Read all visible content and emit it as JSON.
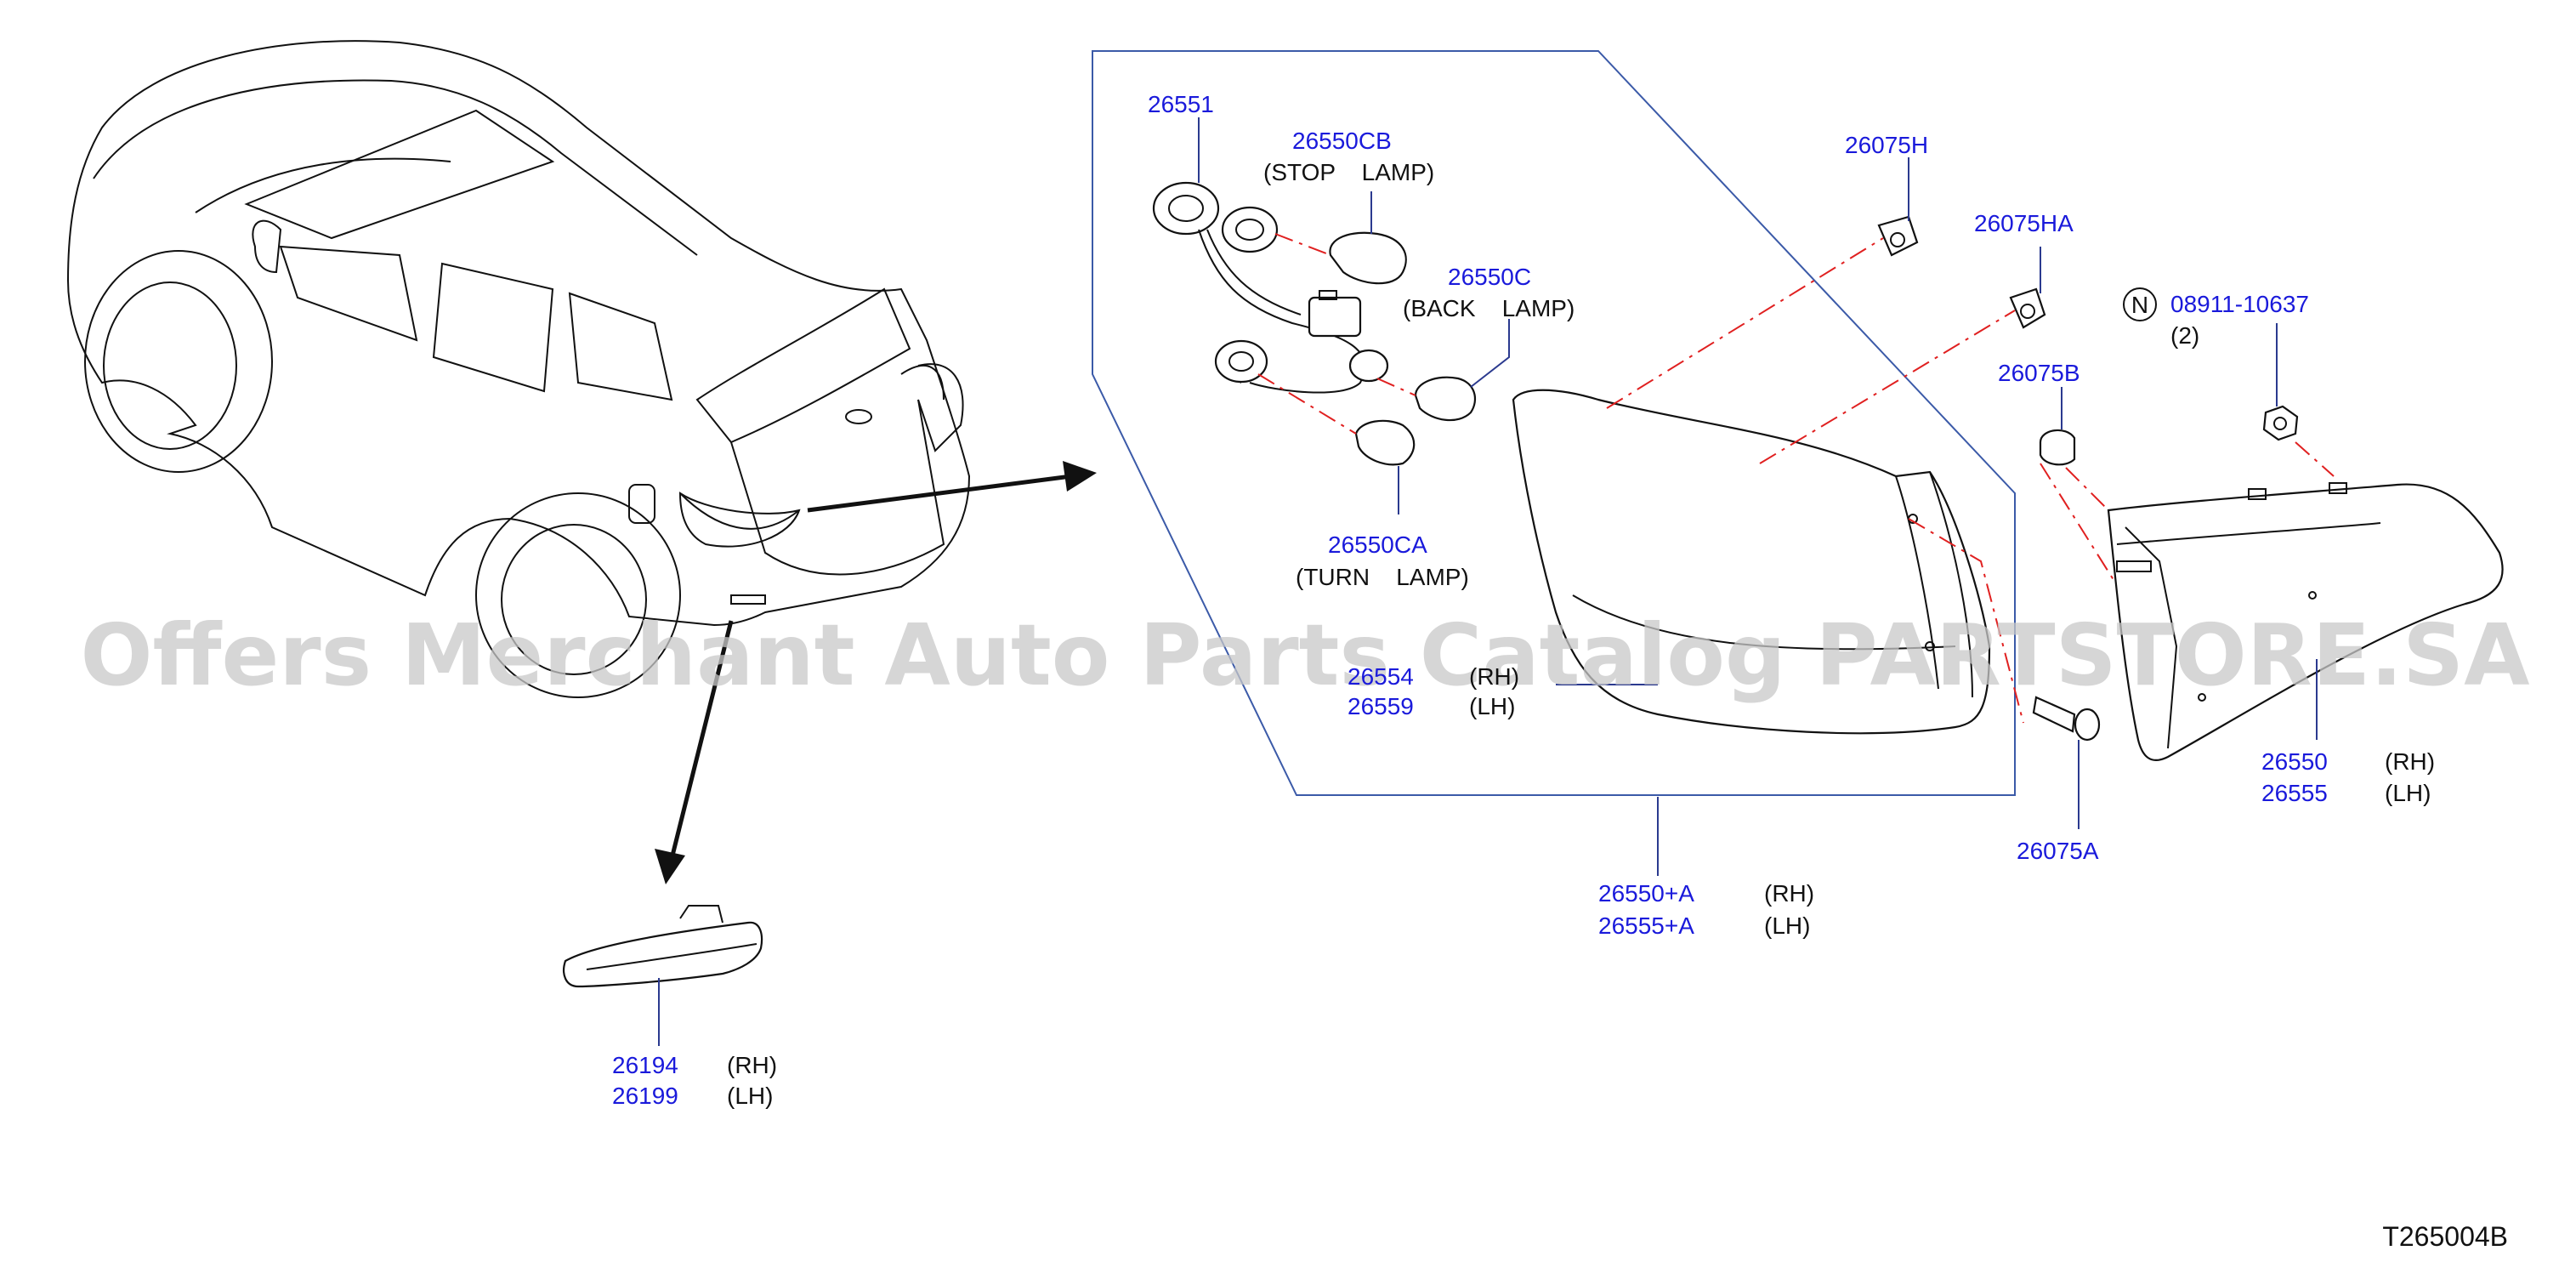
{
  "diagram": {
    "watermark": "Offers Merchant Auto Parts Catalog PARTSTORE.SA",
    "reference": "T265004B",
    "colors": {
      "part_number": "#1a1adb",
      "leader_line": "#2b3a8f",
      "detail_box": "#3b5aa8",
      "installation_line": "#e02020",
      "watermark": "#c8c8c8"
    },
    "callouts": {
      "socket": {
        "number": "26551"
      },
      "stop_bulb": {
        "number": "26550CB",
        "description": "(STOP    LAMP)"
      },
      "back_bulb": {
        "number": "26550C",
        "description": "(BACK    LAMP)"
      },
      "turn_bulb": {
        "number": "26550CA",
        "description": "(TURN    LAMP)"
      },
      "harness": {
        "number_rh": "26554",
        "side_rh": "(RH)",
        "number_lh": "26559",
        "side_lh": "(LH)"
      },
      "clip_h": {
        "number": "26075H"
      },
      "clip_ha": {
        "number": "26075HA"
      },
      "clip_b": {
        "number": "26075B"
      },
      "clip_a": {
        "number": "26075A"
      },
      "nut": {
        "symbol": "N",
        "number": "08911-10637",
        "quantity": "(2)"
      },
      "lamp_body": {
        "number_rh": "26550",
        "side_rh": "(RH)",
        "number_lh": "26555",
        "side_lh": "(LH)"
      },
      "lamp_assy": {
        "number_rh": "26550+A",
        "side_rh": "(RH)",
        "number_lh": "26555+A",
        "side_lh": "(LH)"
      },
      "reflex": {
        "number_rh": "26194",
        "side_rh": "(RH)",
        "number_lh": "26199",
        "side_lh": "(LH)"
      }
    }
  }
}
